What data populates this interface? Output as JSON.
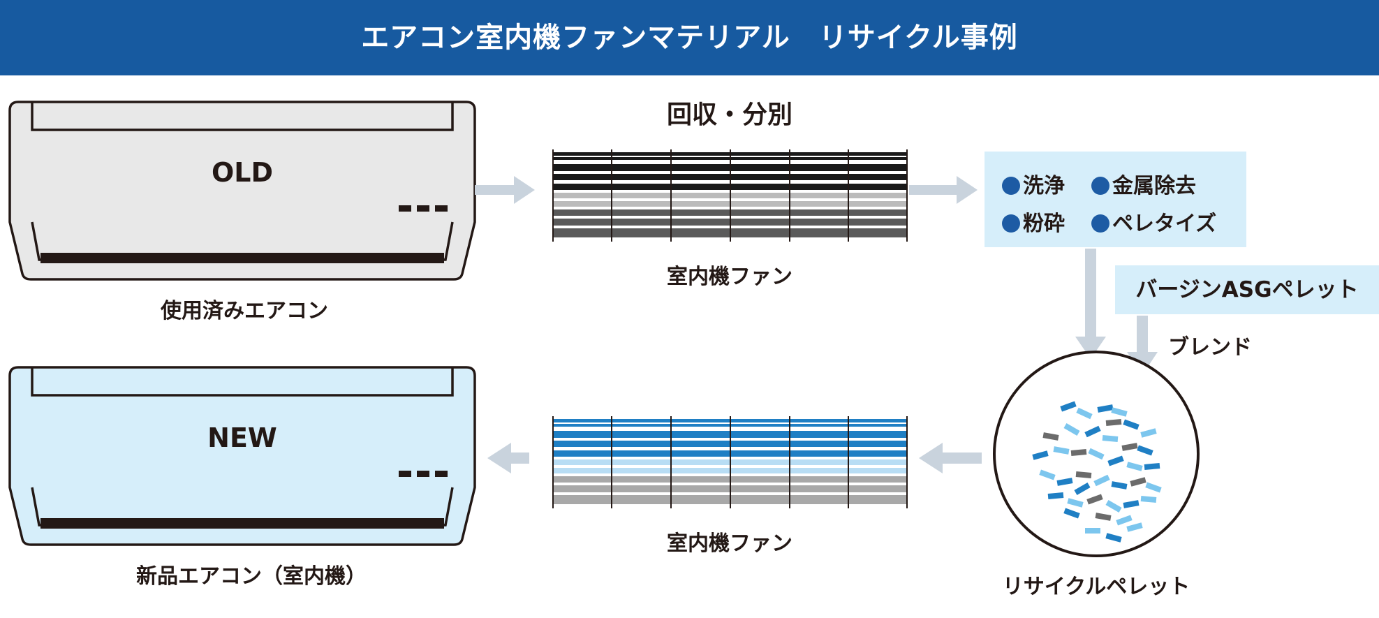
{
  "header": {
    "title": "エアコン室内機ファンマテリアル　リサイクル事例"
  },
  "units": {
    "old": {
      "text": "OLD",
      "caption": "使用済みエアコン",
      "body_color": "#e8e8e8"
    },
    "new": {
      "text": "NEW",
      "caption": "新品エアコン（室内機）",
      "body_color": "#d6eefa"
    }
  },
  "fans": {
    "heading": "回収・分別",
    "old_caption": "室内機ファン",
    "new_caption": "室内機ファン",
    "old_colors": [
      "#1a1a1a",
      "#bbbbbb",
      "#5a5a5a"
    ],
    "new_colors": [
      "#1f7fc4",
      "#b8ddf4",
      "#a8a8a8"
    ]
  },
  "process": {
    "items": [
      "洗浄",
      "金属除去",
      "粉砕",
      "ペレタイズ"
    ],
    "bullet_color": "#1d5ba4"
  },
  "virgin": {
    "label": "バージンASGペレット",
    "blend_label": "ブレンド"
  },
  "pellet": {
    "caption": "リサイクルペレット",
    "colors": [
      "#1f7fc4",
      "#7cc6ee",
      "#6b6b6b"
    ]
  },
  "colors": {
    "header": "#175aa0",
    "arrow": "#c9d3dd",
    "box": "#d6eefa"
  }
}
